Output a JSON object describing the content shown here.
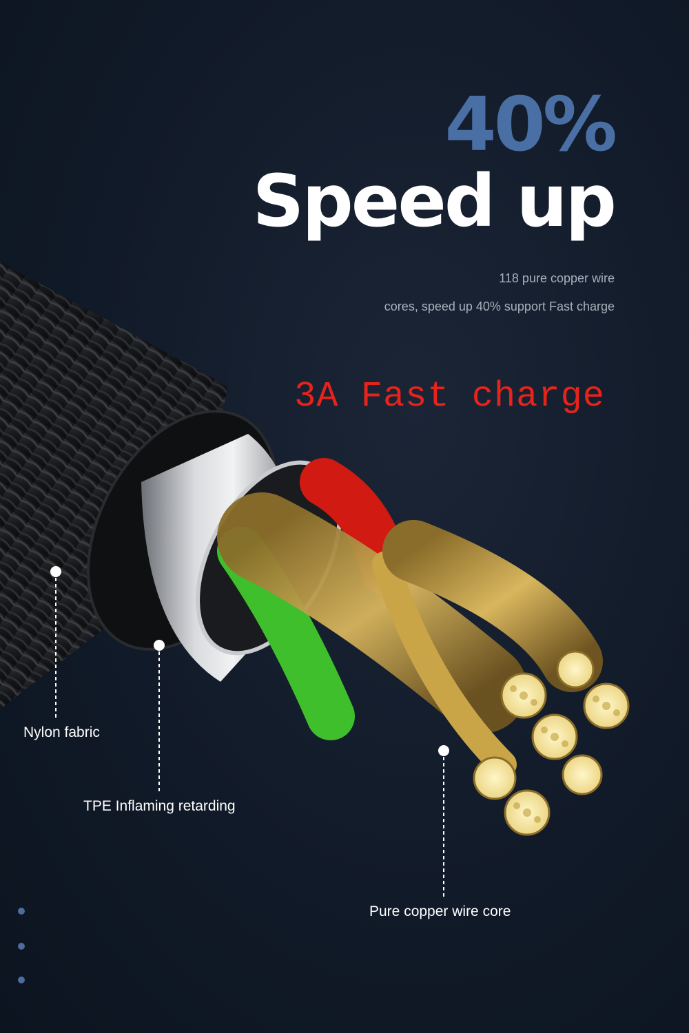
{
  "headline": {
    "percent": "40%",
    "title": "Speed up"
  },
  "description": {
    "line1": "118 pure copper wire",
    "line2": "cores, speed up 40% support Fast charge"
  },
  "badge": "3A Fast charge",
  "callouts": {
    "nylon": "Nylon fabric",
    "tpe": "TPE Inflaming retarding",
    "copper": "Pure copper wire core"
  },
  "colors": {
    "percent": "#4a6fa5",
    "title": "#ffffff",
    "badge": "#e8231b",
    "background": "#111a28",
    "nav_dots": "#4f6c9c"
  },
  "icons": [
    "cable-illustration",
    "pagination-dots"
  ]
}
